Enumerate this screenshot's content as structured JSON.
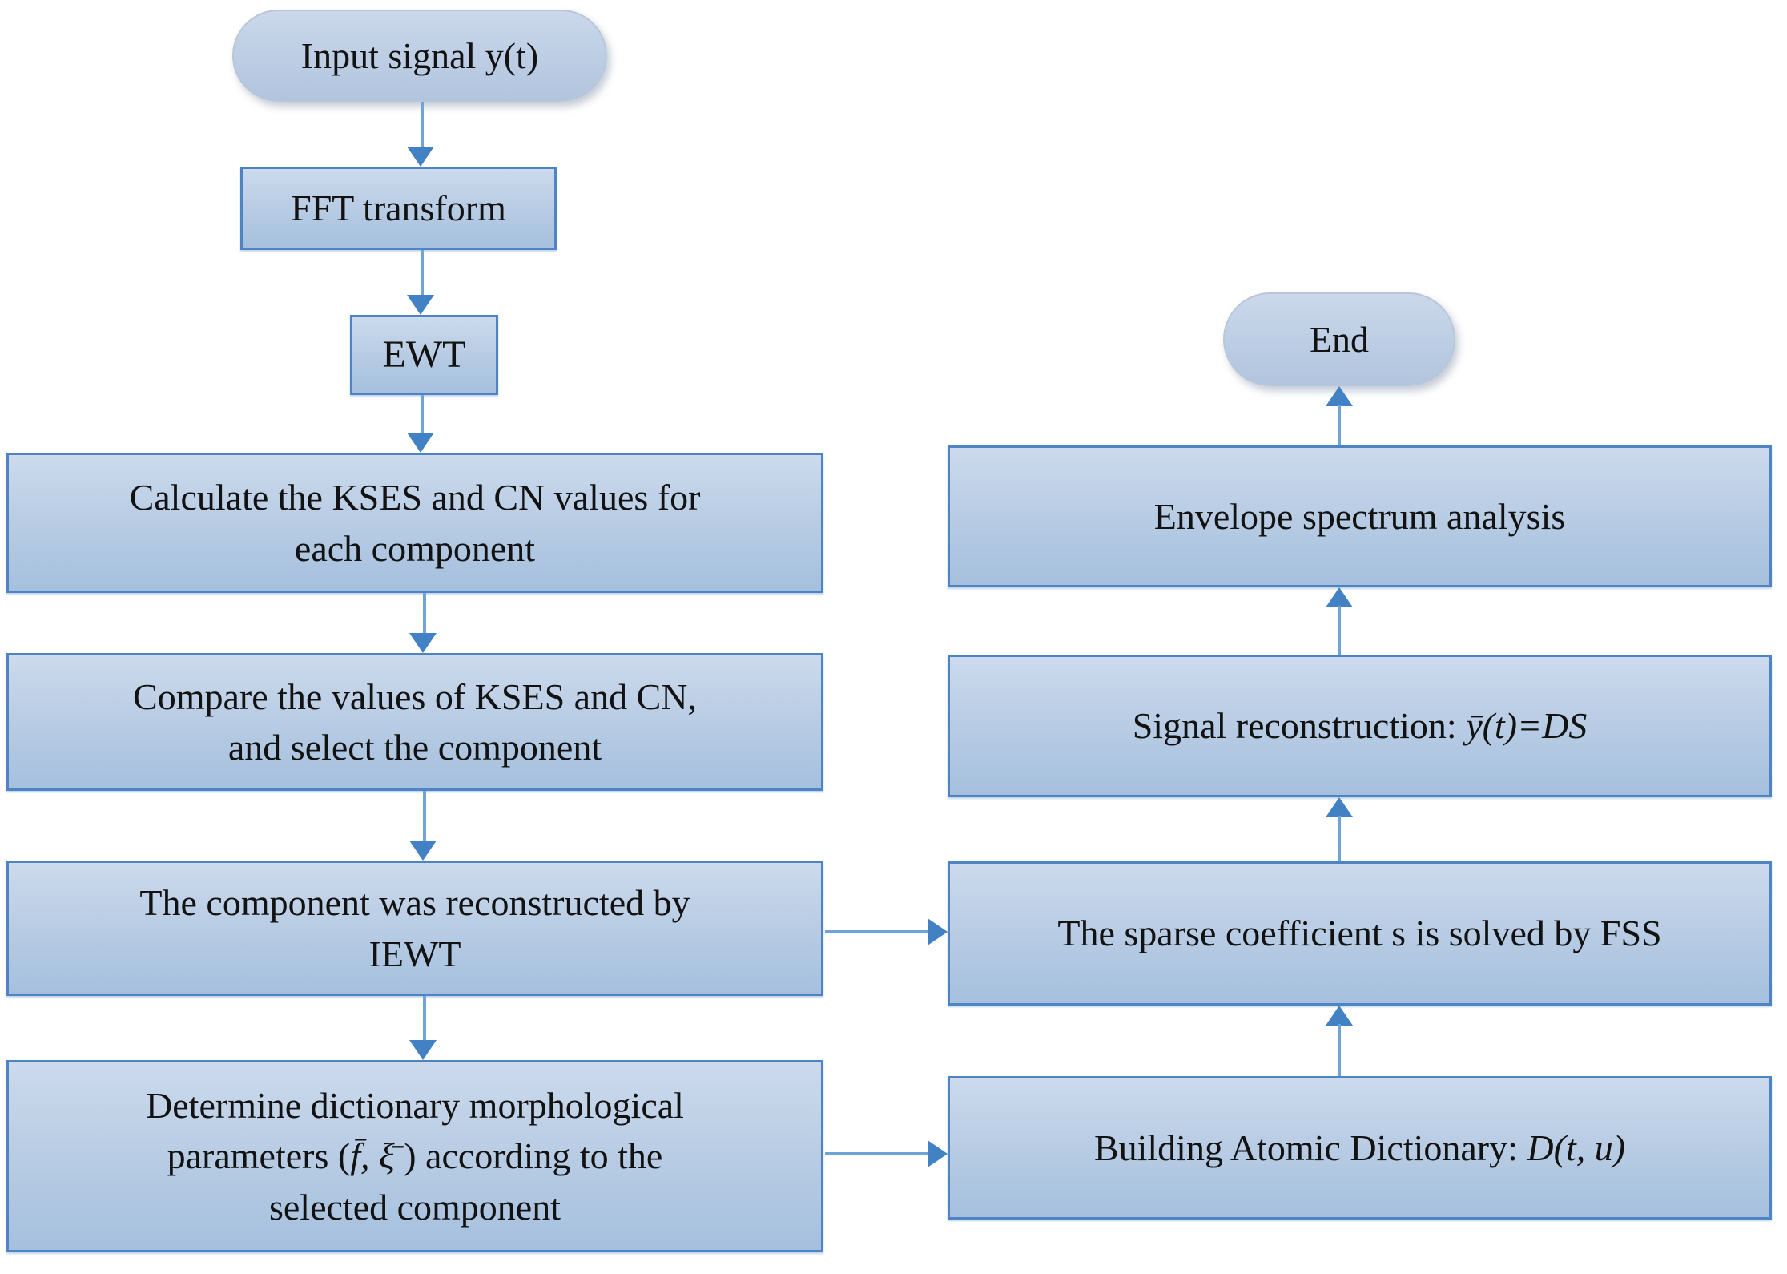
{
  "diagram": {
    "type": "flowchart",
    "background": "#ffffff",
    "colors": {
      "box_fill": "#b8cce4",
      "box_border": "#4f84c4",
      "terminator_fill": "#bfcfe4",
      "arrow_stem": "#70a3d8",
      "arrow_head": "#4181c4",
      "text": "#121212"
    },
    "left_column": {
      "input": {
        "label": "Input signal y(t)"
      },
      "fft": {
        "label": "FFT transform"
      },
      "ewt": {
        "label": "EWT"
      },
      "calculate": {
        "lines": [
          "Calculate the KSES and CN values for",
          "each component"
        ]
      },
      "compare": {
        "lines": [
          "Compare the values of  KSES and CN,",
          "and select the component"
        ]
      },
      "iewt": {
        "lines": [
          "The component was reconstructed by",
          "IEWT"
        ]
      },
      "determine": {
        "line1": "Determine dictionary morphological",
        "line2_pre": "parameters (",
        "line2_math": "f̄, ξ̄",
        "line2_post": " ) according to  the",
        "line3": "selected component"
      }
    },
    "right_column": {
      "end": {
        "label": "End"
      },
      "envelope": {
        "label": "Envelope spectrum analysis"
      },
      "signal": {
        "pre": "Signal reconstruction: ",
        "math": "ȳ(t)=DS"
      },
      "sparse": {
        "label": "The  sparse coefficient s is solved by FSS"
      },
      "building": {
        "pre": "Building Atomic Dictionary: ",
        "math": "D(t, u)"
      }
    },
    "edges": [
      {
        "from": "input",
        "to": "fft",
        "direction": "down"
      },
      {
        "from": "fft",
        "to": "ewt",
        "direction": "down"
      },
      {
        "from": "ewt",
        "to": "calculate",
        "direction": "down"
      },
      {
        "from": "calculate",
        "to": "compare",
        "direction": "down"
      },
      {
        "from": "compare",
        "to": "iewt",
        "direction": "down"
      },
      {
        "from": "iewt",
        "to": "determine",
        "direction": "down"
      },
      {
        "from": "iewt",
        "to": "sparse",
        "direction": "right"
      },
      {
        "from": "determine",
        "to": "building",
        "direction": "right"
      },
      {
        "from": "building",
        "to": "sparse",
        "direction": "up"
      },
      {
        "from": "sparse",
        "to": "signal",
        "direction": "up"
      },
      {
        "from": "signal",
        "to": "envelope",
        "direction": "up"
      },
      {
        "from": "envelope",
        "to": "end",
        "direction": "up"
      }
    ]
  }
}
